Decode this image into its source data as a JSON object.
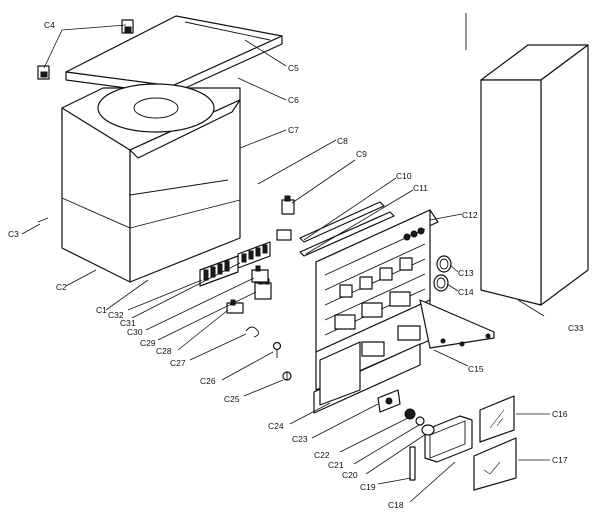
{
  "labels": {
    "c1": "C1",
    "c2": "C2",
    "c3": "C3",
    "c4": "C4",
    "c5": "C5",
    "c6": "C6",
    "c7": "C7",
    "c8": "C8",
    "c9": "C9",
    "c10": "C10",
    "c11": "C11",
    "c12": "C12",
    "c13": "C13",
    "c14": "C14",
    "c15": "C15",
    "c16": "C16",
    "c17": "C17",
    "c18": "C18",
    "c19": "C19",
    "c20": "C20",
    "c21": "C21",
    "c22": "C22",
    "c23": "C23",
    "c24": "C24",
    "c25": "C25",
    "c26": "C26",
    "c27": "C27",
    "c28": "C28",
    "c29": "C29",
    "c30": "C30",
    "c31": "C31",
    "c32": "C32",
    "c33": "C33"
  }
}
